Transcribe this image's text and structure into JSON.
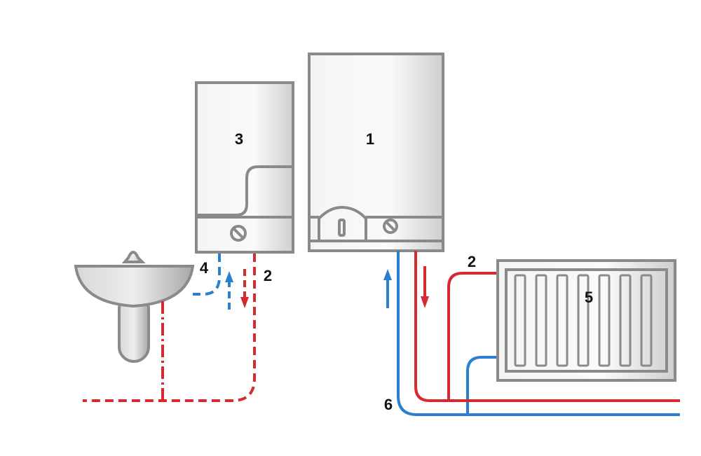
{
  "labels": {
    "gas_boiler": "1",
    "hot_water_supply_left": "2",
    "hot_water_supply_right": "2",
    "water_heater": "3",
    "cold_water": "4",
    "radiator": "5",
    "return_line": "6"
  },
  "colors": {
    "hot": "#d42a30",
    "cold": "#2b7fd0",
    "equipment_outline": "#8a8a8a"
  }
}
